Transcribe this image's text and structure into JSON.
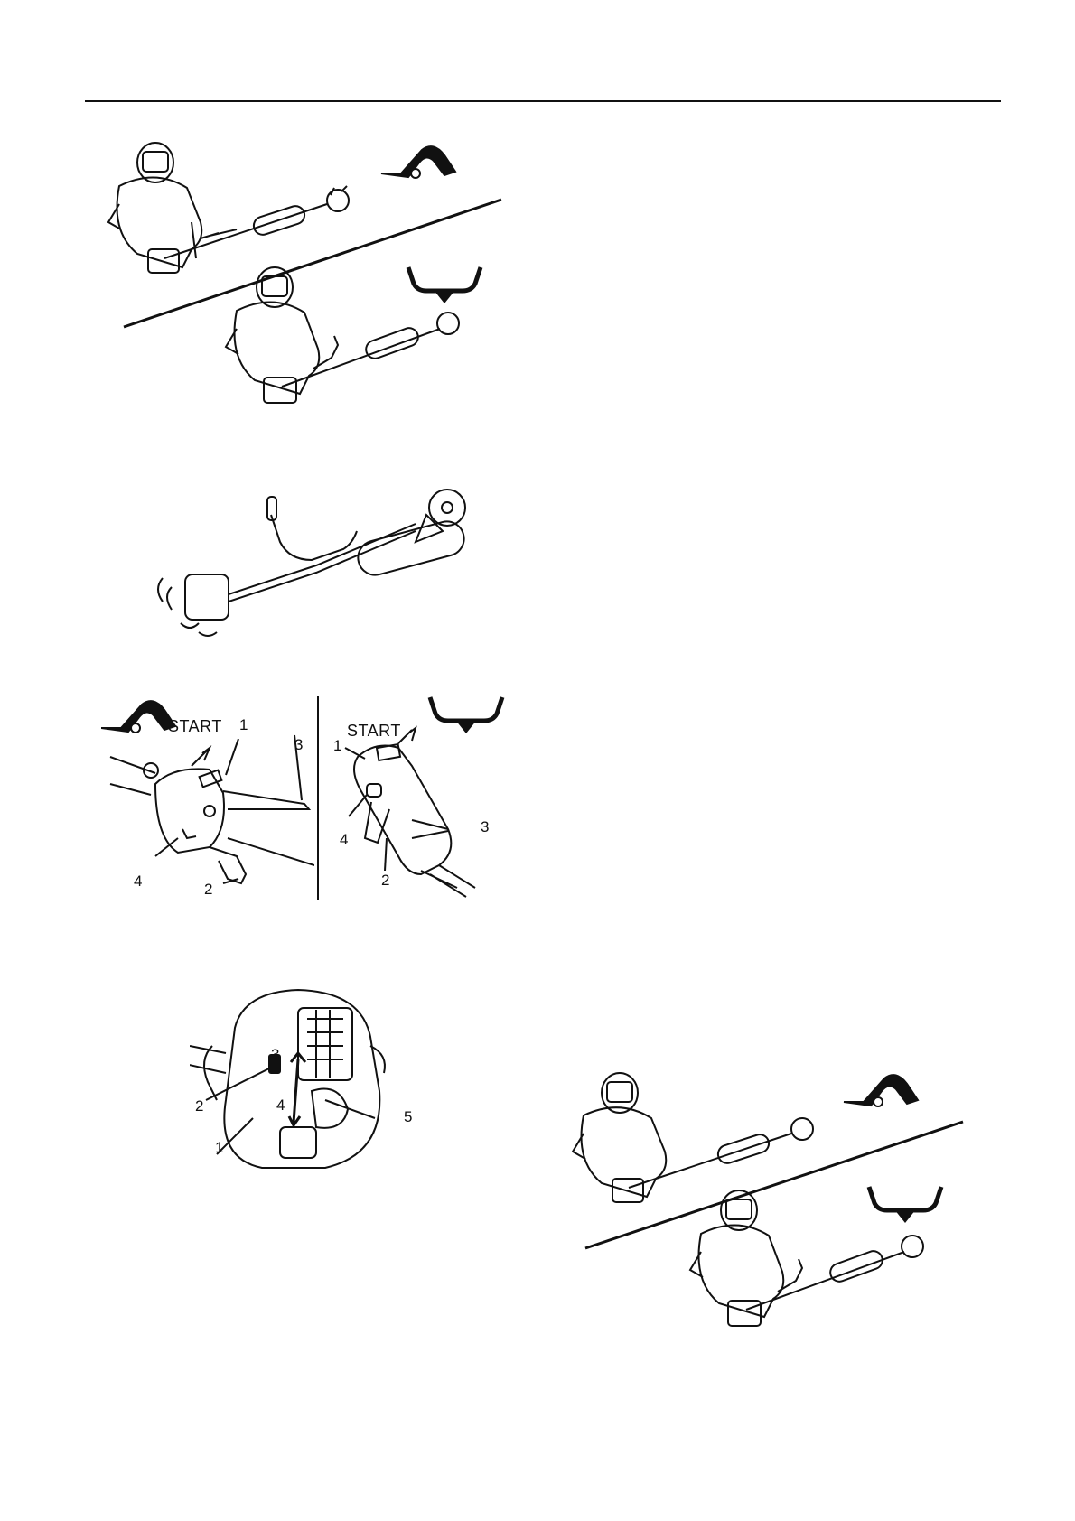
{
  "callouts": {
    "start_left": "START",
    "start_right": "START",
    "left_1": "1",
    "left_2": "2",
    "left_3": "3",
    "left_4": "4",
    "right_1": "1",
    "right_2": "2",
    "right_3": "3",
    "right_4": "4",
    "engine_1": "1",
    "engine_2": "2",
    "engine_3": "3",
    "engine_4": "4",
    "engine_5": "5"
  },
  "icons": {
    "loop_handle": "loop-handle-icon",
    "bike_handle": "bike-handle-icon"
  }
}
